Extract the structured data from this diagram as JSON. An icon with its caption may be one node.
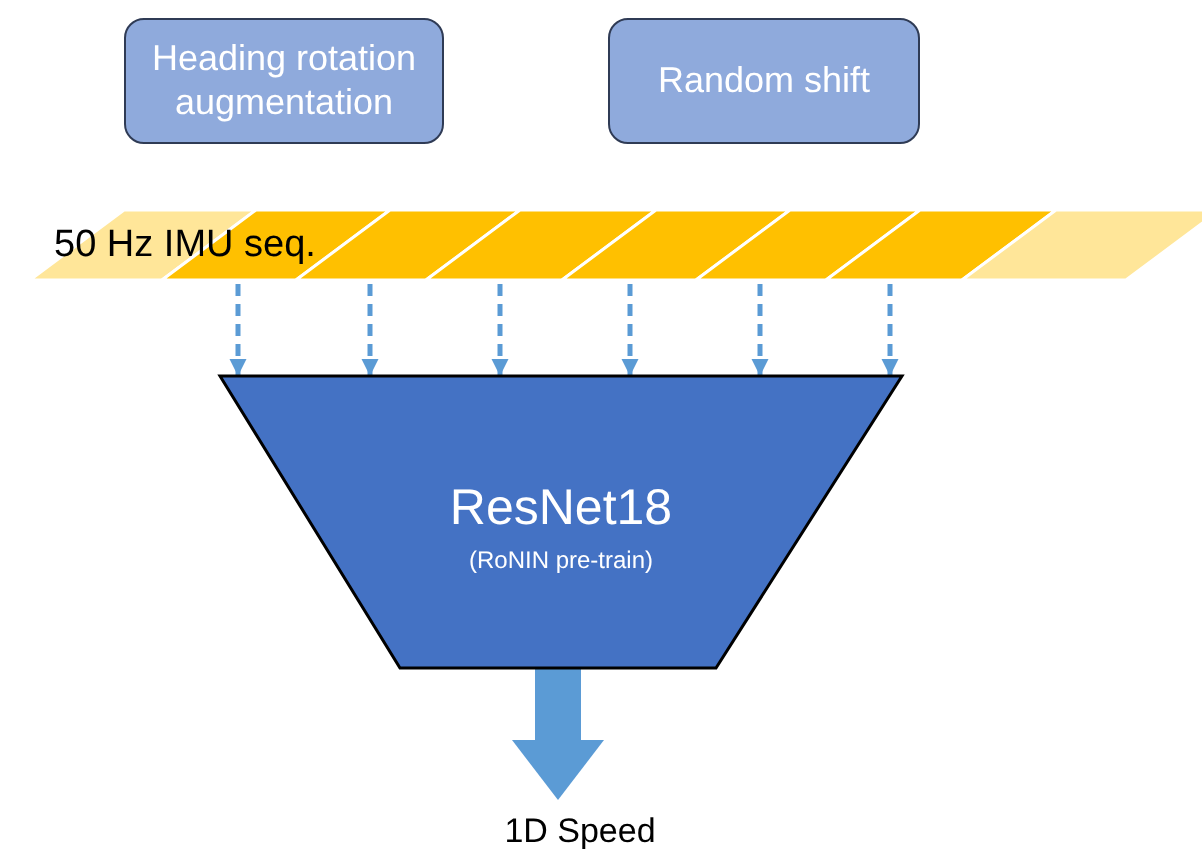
{
  "diagram": {
    "nodes": [
      {
        "text": [
          "Heading rotation augmentation"
        ]
      },
      {
        "text": [
          "Random shift"
        ]
      },
      {
        "text": [
          "50 Hz IMU seq."
        ]
      },
      {
        "text": [
          "ResNet18",
          "(RoNIN pre-train)"
        ]
      },
      {
        "text": [
          "1D Speed"
        ]
      }
    ],
    "edges": [
      {
        "from": 2,
        "to": 3,
        "arrow": "to",
        "style": "dashed"
      },
      {
        "from": 2,
        "to": 3,
        "arrow": "to",
        "style": "dashed"
      },
      {
        "from": 2,
        "to": 3,
        "arrow": "to",
        "style": "dashed"
      },
      {
        "from": 2,
        "to": 3,
        "arrow": "to",
        "style": "dashed"
      },
      {
        "from": 2,
        "to": 3,
        "arrow": "to",
        "style": "dashed"
      },
      {
        "from": 2,
        "to": 3,
        "arrow": "to",
        "style": "dashed"
      },
      {
        "from": 3,
        "to": 4,
        "arrow": "to",
        "style": "thick"
      }
    ]
  }
}
